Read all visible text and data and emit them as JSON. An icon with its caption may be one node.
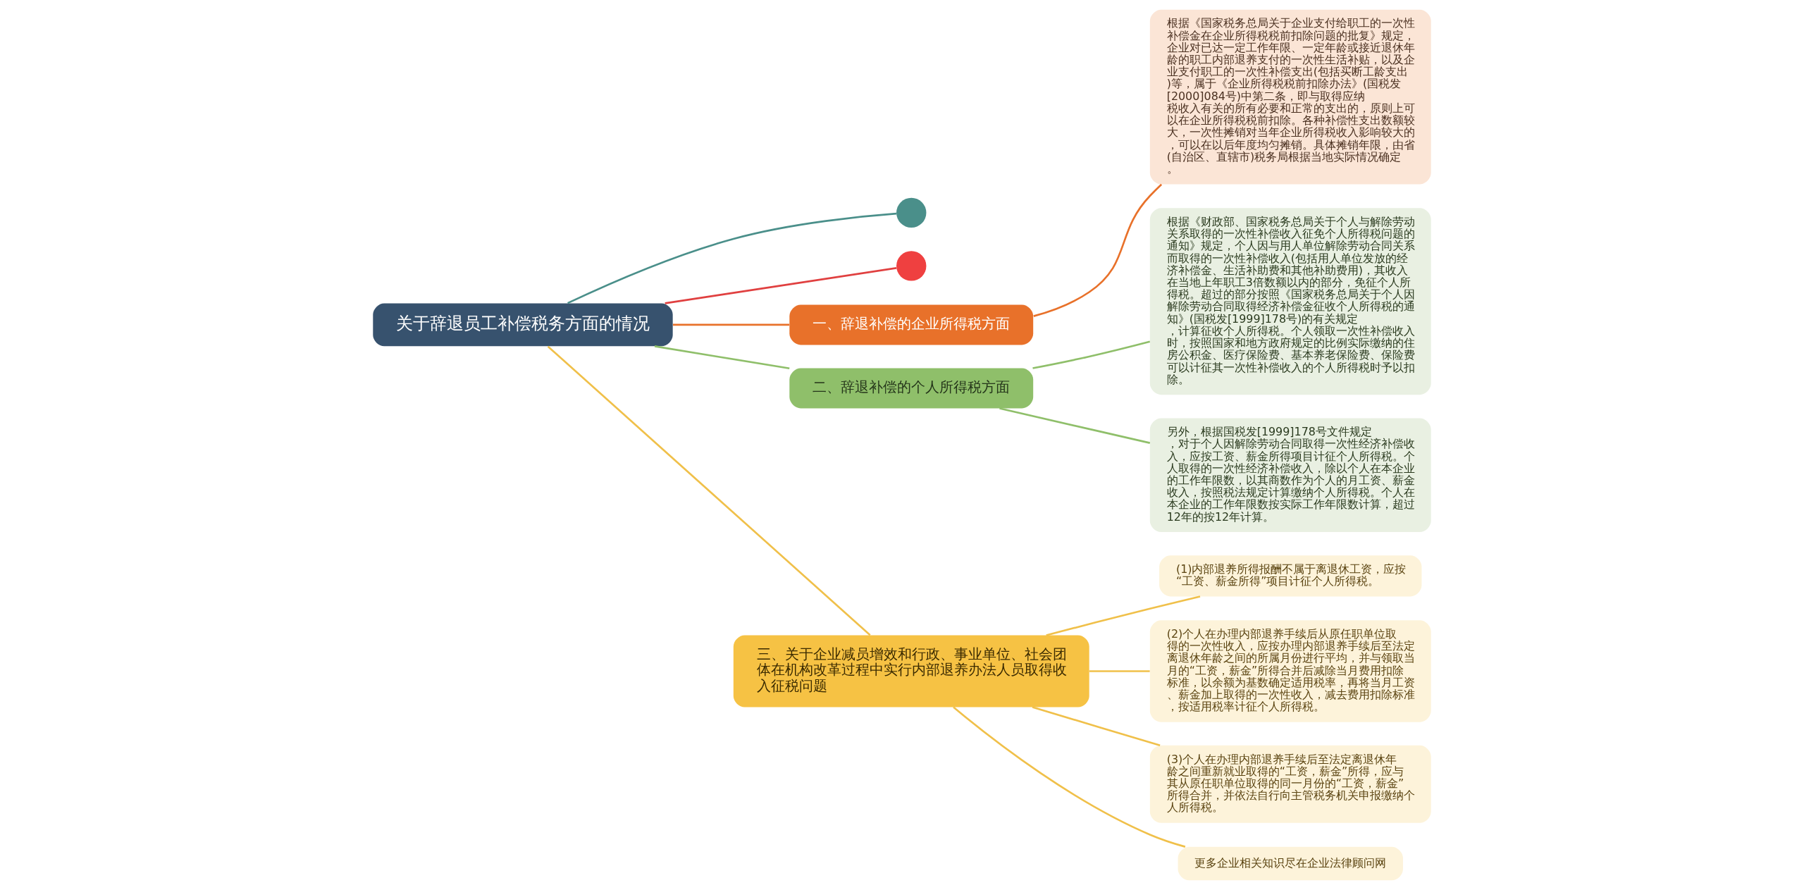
{
  "diagram": {
    "nodes": [
      {
        "text": [
          "关于辞退员工补偿税务方面的情况"
        ]
      },
      {
        "text": [],
        "shape": "circle"
      },
      {
        "text": [],
        "shape": "circle"
      },
      {
        "text": [
          "一、辞退补偿的企业所得税方面"
        ]
      },
      {
        "text": [
          "根据《国家税务总局关于企业支付给职工的一次性补偿金在企业所得税税前扣除问题的批复》规定，企业对已达一定工作年限、一定年龄或接近退休年龄的职工内部退养支付的一次性生活补贴，以及企业支付职工的一次性补偿支出(包括买断工龄支出)等，属于《企业所得税税前扣除办法》(国税发[2000]084号)中第二条，即与取得应纳税收入有关的所有必要和正常的支出的，原则上可以在企业所得税税前扣除。各种补偿性支出数额较大，一次性摊销对当年企业所得税收入影响较大的，可以在以后年度均匀摊销。具体摊销年限，由省(自治区、直辖市)税务局根据当地实际情况确定。"
        ]
      },
      {
        "text": [
          "二、辞退补偿的个人所得税方面"
        ]
      },
      {
        "text": [
          "根据《财政部、国家税务总局关于个人与解除劳动关系取得的一次性补偿收入征免个人所得税问题的通知》规定，个人因与用人单位解除劳动合同关系而取得的一次性补偿收入(包括用人单位发放的经济补偿金、生活补助费和其他补助费用)，其收入在当地上年职工3倍数额以内的部分，免征个人所得税。超过的部分按照《国家税务总局关于个人因解除劳动合同取得经济补偿金征收个人所得税的通知》(国税发[1999]178号)的有关规定，计算征收个人所得税。个人领取一次性补偿收入时，按照国家和地方政府规定的比例实际缴纳的住房公积金、医疗保险费、基本养老保险费、保险费可以计征其一次性补偿收入的个人所得税时予以扣除。"
        ]
      },
      {
        "text": [
          "另外，根据国税发[1999]178号文件规定，对于个人因解除劳动合同取得一次性经济补偿收入，应按工资、薪金所得项目计征个人所得税。个人取得的一次性经济补偿收入，除以个人在本企业的工作年限数，以其商数作为个人的月工资、薪金收入，按照税法规定计算缴纳个人所得税。个人在本企业的工作年限数按实际工作年限数计算，超过12年的按12年计算。"
        ]
      },
      {
        "text": [
          "三、关于企业减员增效和行政、事业单位、社会团体在机构改革过程中实行内部退养办法人员取得收入征税问题"
        ]
      },
      {
        "text": [
          "(1)内部退养所得报酬不属于离退休工资，应按“工资、薪金所得”项目计征个人所得税。"
        ]
      },
      {
        "text": [
          "(2)个人在办理内部退养手续后从原任职单位取得的一次性收入，应按办理内部退养手续后至法定离退休年龄之间的所属月份进行平均，并与领取当月的“工资，薪金”所得合并后减除当月费用扣除标准，以余额为基数确定适用税率，再将当月工资、薪金加上取得的一次性收入，减去费用扣除标准，按适用税率计征个人所得税。"
        ]
      },
      {
        "text": [
          "(3)个人在办理内部退养手续后至法定离退休年龄之间重新就业取得的“工资，薪金”所得，应与其从原任职单位取得的同一月份的“工资，薪金”所得合并，并依法自行向主管税务机关申报缴纳个人所得税。"
        ]
      },
      {
        "text": [
          "更多企业相关知识尽在企业法律顾问网"
        ]
      }
    ],
    "edges": [
      {
        "from": 0,
        "to": 1,
        "arrow": "none",
        "color": "#4a8f8a"
      },
      {
        "from": 0,
        "to": 2,
        "arrow": "none",
        "color": "#e04040"
      },
      {
        "from": 0,
        "to": 3,
        "arrow": "none",
        "color": "#e8712a"
      },
      {
        "from": 3,
        "to": 4,
        "arrow": "none",
        "color": "#e8712a"
      },
      {
        "from": 0,
        "to": 5,
        "arrow": "none",
        "color": "#8fbf6a"
      },
      {
        "from": 5,
        "to": 6,
        "arrow": "none",
        "color": "#8fbf6a"
      },
      {
        "from": 5,
        "to": 7,
        "arrow": "none",
        "color": "#8fbf6a"
      },
      {
        "from": 0,
        "to": 8,
        "arrow": "none"
      },
      {
        "from": 8,
        "to": 9,
        "arrow": "none"
      },
      {
        "from": 8,
        "to": 10,
        "arrow": "none"
      },
      {
        "from": 8,
        "to": 11,
        "arrow": "none"
      },
      {
        "from": 8,
        "to": 12,
        "arrow": "none"
      }
    ]
  }
}
